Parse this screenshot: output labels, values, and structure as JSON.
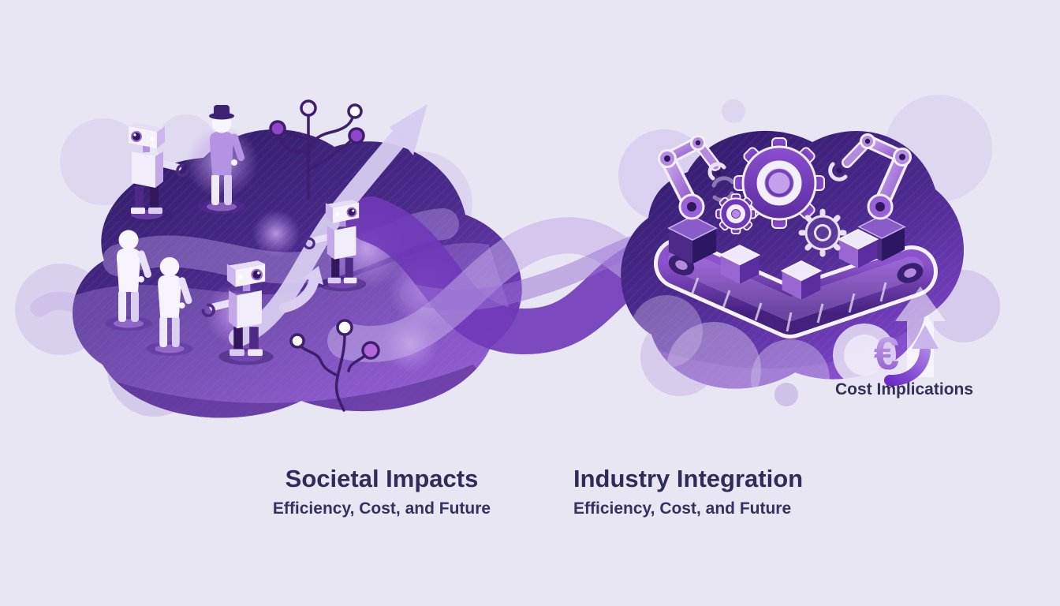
{
  "page": {
    "background_color": "#e9e6f3",
    "accent_color": "#7c3aed",
    "deep_purple": "#2c1762",
    "text_color": "#2f2c58"
  },
  "sections": {
    "societal": {
      "title": "Societal Impacts",
      "subtitle": "Efficiency, Cost, and Future"
    },
    "industry": {
      "title": "Industry Integration",
      "subtitle": "Efficiency, Cost, and Future"
    },
    "cost": {
      "label": "Cost Implications",
      "euro_symbol": "€"
    }
  },
  "illustration": {
    "left_scene": [
      "human-figure",
      "human-figure",
      "hat-human-figure",
      "robot-figure",
      "robot-figure",
      "robot-figure",
      "network-tree-icon",
      "network-tree-icon",
      "growth-arrow-icon",
      "small-growth-arrow-icon"
    ],
    "right_scene": [
      "robotic-arm-icon",
      "robotic-arm-icon",
      "gear-icon",
      "gear-icon",
      "gear-icon",
      "conveyor-belt-icon",
      "cargo-box",
      "cargo-box",
      "cargo-box",
      "cargo-box",
      "cargo-box",
      "euro-icon",
      "up-arrow-icon",
      "curved-growth-arrow-icon"
    ]
  }
}
